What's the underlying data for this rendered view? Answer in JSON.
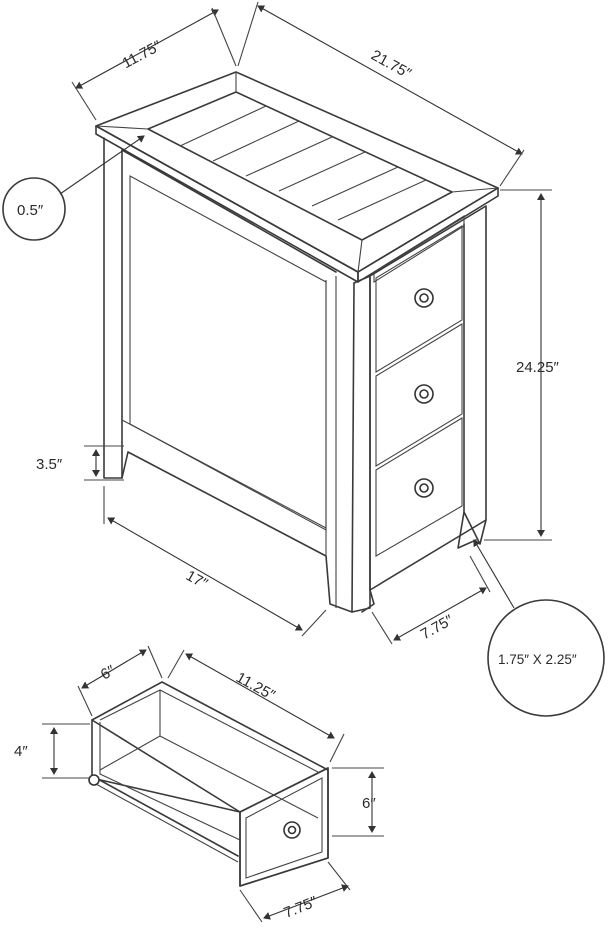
{
  "dimensions": {
    "top_depth": "11.75″",
    "top_width": "21.75″",
    "top_thickness": "0.5″",
    "height": "24.25″",
    "leg_height": "3.5″",
    "side_length": "17″",
    "front_width": "7.75″",
    "leg_section": "1.75″ X 2.25″",
    "drawer_width": "6″",
    "drawer_length": "11.25″",
    "drawer_height": "4″",
    "drawer_front_height": "6″",
    "drawer_front_width": "7.75″"
  }
}
